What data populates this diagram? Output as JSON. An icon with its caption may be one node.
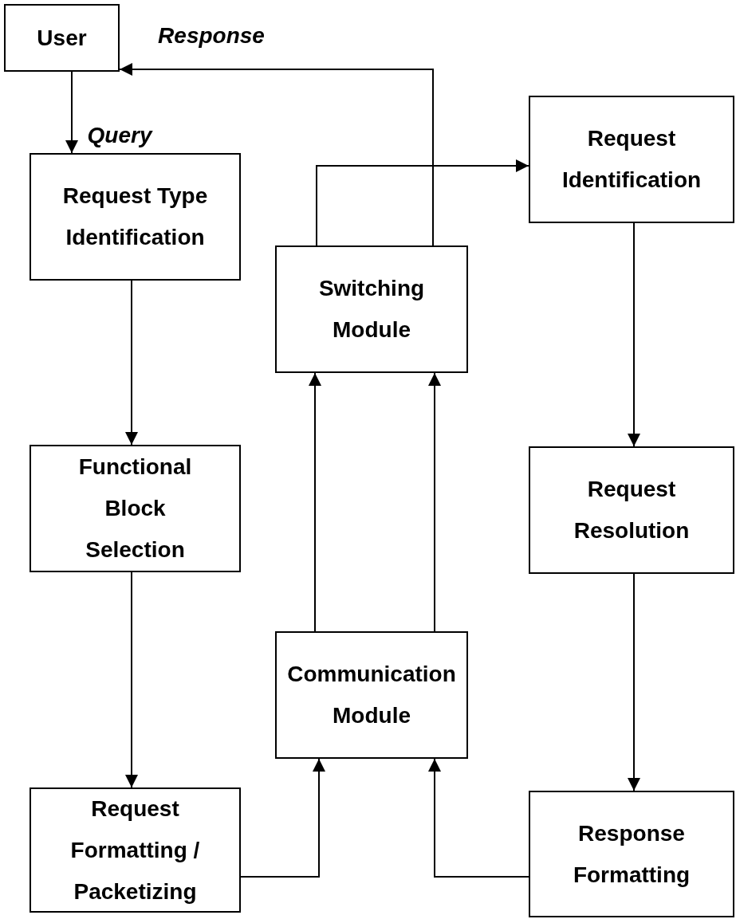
{
  "diagram": {
    "nodes": [
      {
        "text": [
          "User"
        ]
      },
      {
        "text": [
          "Request Type Identification"
        ]
      },
      {
        "text": [
          "Functional Block Selection"
        ]
      },
      {
        "text": [
          "Request Formatting / Packetizing"
        ]
      },
      {
        "text": [
          "Switching Module"
        ]
      },
      {
        "text": [
          "Communication Module"
        ]
      },
      {
        "text": [
          "Request Identification"
        ]
      },
      {
        "text": [
          "Request Resolution"
        ]
      },
      {
        "text": [
          "Response Formatting"
        ]
      }
    ],
    "edges": [
      {
        "from": 0,
        "to": 1,
        "arrow": "to",
        "label": "Query"
      },
      {
        "from": 1,
        "to": 2,
        "arrow": "to"
      },
      {
        "from": 2,
        "to": 3,
        "arrow": "to"
      },
      {
        "from": 3,
        "to": 5,
        "arrow": "to"
      },
      {
        "from": 8,
        "to": 5,
        "arrow": "to"
      },
      {
        "from": 5,
        "to": 4,
        "arrow": "to"
      },
      {
        "from": 5,
        "to": 4,
        "arrow": "to"
      },
      {
        "from": 4,
        "to": 0,
        "arrow": "to",
        "label": "Response"
      },
      {
        "from": 4,
        "to": 6,
        "arrow": "to"
      },
      {
        "from": 6,
        "to": 7,
        "arrow": "to"
      },
      {
        "from": 7,
        "to": 8,
        "arrow": "to"
      }
    ]
  }
}
